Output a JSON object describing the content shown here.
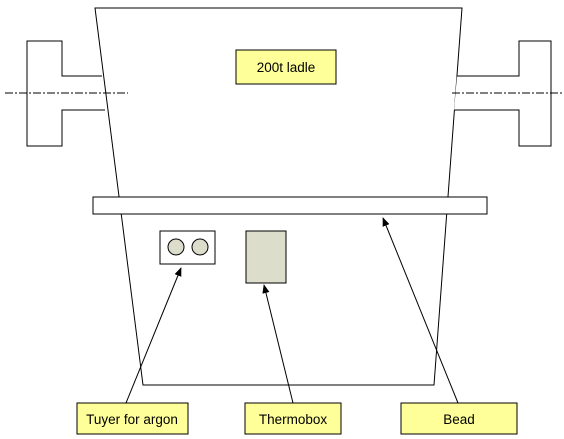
{
  "diagram": {
    "labels": {
      "ladle": "200t ladle",
      "tuyer": "Tuyer for argon",
      "thermobox": "Thermobox",
      "bead": "Bead"
    },
    "colors": {
      "label_fill": "#ffff99",
      "thermobox_fill": "#ddddcc",
      "line": "#000000",
      "background": "#ffffff"
    }
  }
}
